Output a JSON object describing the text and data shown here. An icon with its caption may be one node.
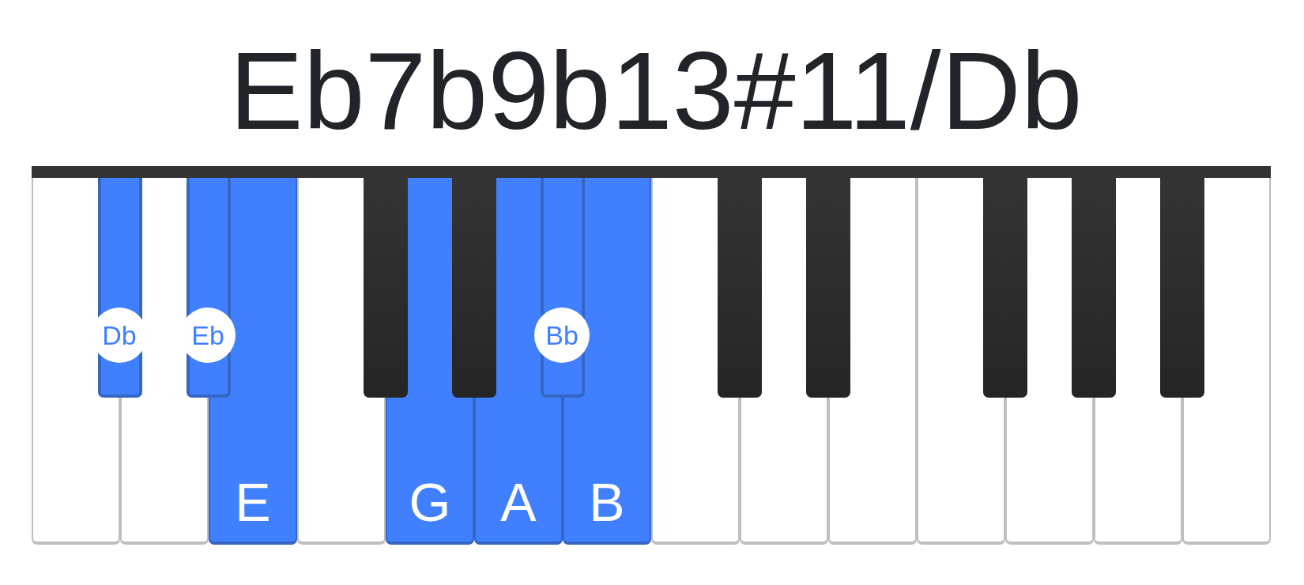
{
  "diagram": {
    "title": "Eb7b9b13#11/Db",
    "nodes": [
      {
        "text": [],
        "shape": "box"
      },
      {
        "text": [
          "Db"
        ]
      },
      {
        "text": [],
        "shape": "box"
      },
      {
        "text": [
          "Eb"
        ]
      },
      {
        "text": [
          "E"
        ]
      },
      {
        "text": [],
        "shape": "box"
      },
      {
        "text": [],
        "shape": "box"
      },
      {
        "text": [
          "G"
        ]
      },
      {
        "text": [],
        "shape": "box"
      },
      {
        "text": [
          "A"
        ]
      },
      {
        "text": [
          "Bb"
        ]
      },
      {
        "text": [
          "B"
        ]
      },
      {
        "text": [],
        "shape": "box"
      },
      {
        "text": [],
        "shape": "box"
      },
      {
        "text": [],
        "shape": "box"
      },
      {
        "text": [],
        "shape": "box"
      },
      {
        "text": [],
        "shape": "box"
      },
      {
        "text": [],
        "shape": "box"
      },
      {
        "text": [],
        "shape": "box"
      },
      {
        "text": [],
        "shape": "box"
      },
      {
        "text": [],
        "shape": "box"
      },
      {
        "text": [],
        "shape": "box"
      },
      {
        "text": [],
        "shape": "box"
      },
      {
        "text": [],
        "shape": "box"
      }
    ]
  }
}
